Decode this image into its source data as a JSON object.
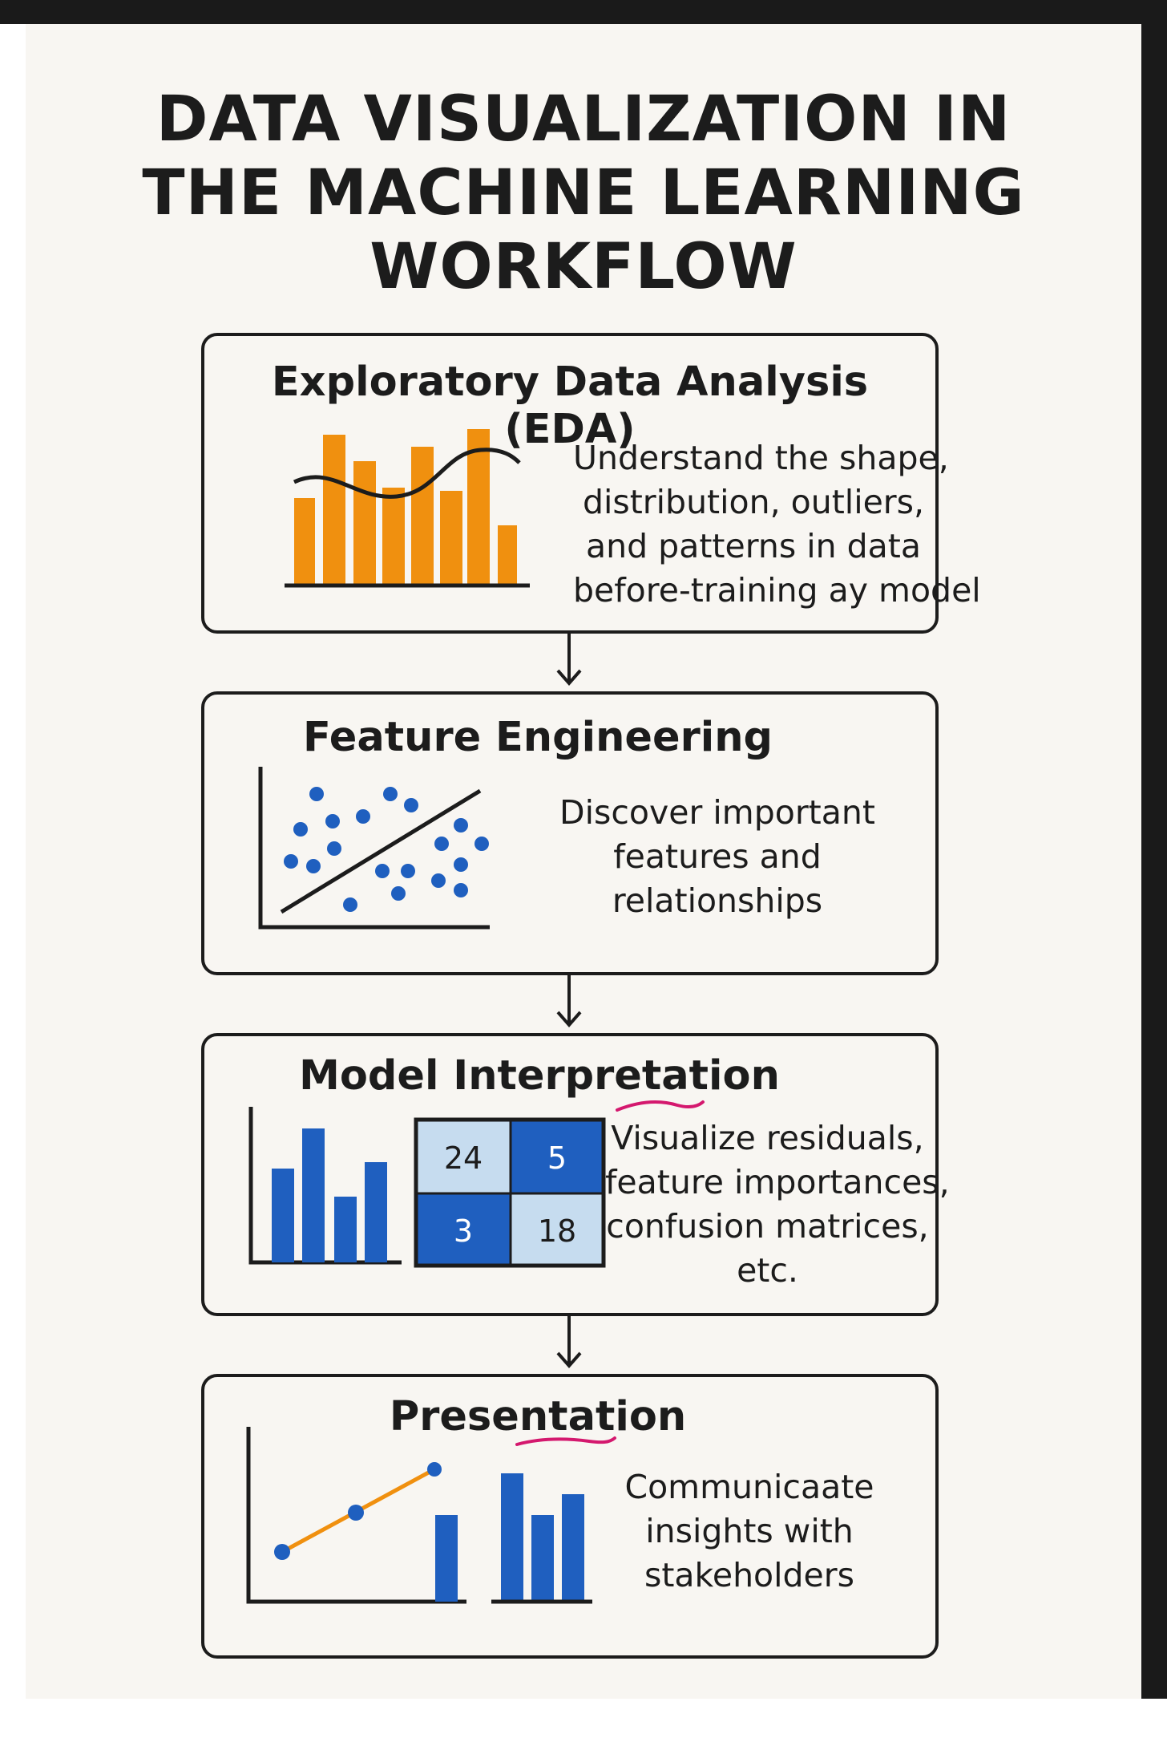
{
  "title": {
    "lines": [
      "DATA VISUALIZATION IN",
      "THE MACHINE LEARNING",
      "WORKFLOW"
    ]
  },
  "steps": [
    {
      "title": "Exploratory Data Analysis (EDA)",
      "description": [
        "Understand the shape,",
        "distribution, outliers,",
        "and patterns in data",
        "before-training ay model"
      ],
      "icon": "histogram-with-trend-icon"
    },
    {
      "title": "Feature Engineering",
      "description": [
        "Discover important",
        "features and",
        "relationships"
      ],
      "icon": "scatter-plot-icon"
    },
    {
      "title": "Model Interpretation",
      "description": [
        "Visualize residuals,",
        "feature importances,",
        "confusion matrices,",
        "etc."
      ],
      "icon": "bar-chart-and-confusion-matrix-icon",
      "matrix": [
        "24",
        "5",
        "3",
        "18"
      ]
    },
    {
      "title": "Presentation",
      "description": [
        "Communicaate",
        "insights with",
        "stakeholders"
      ],
      "icon": "line-and-bar-chart-icon"
    }
  ],
  "colors": {
    "orange": "#f0900f",
    "blue": "#1f5fbf",
    "light_blue": "#c6dcef",
    "ink": "#1c1c1c",
    "highlight": "#d4186e",
    "paper": "#f8f6f2"
  }
}
